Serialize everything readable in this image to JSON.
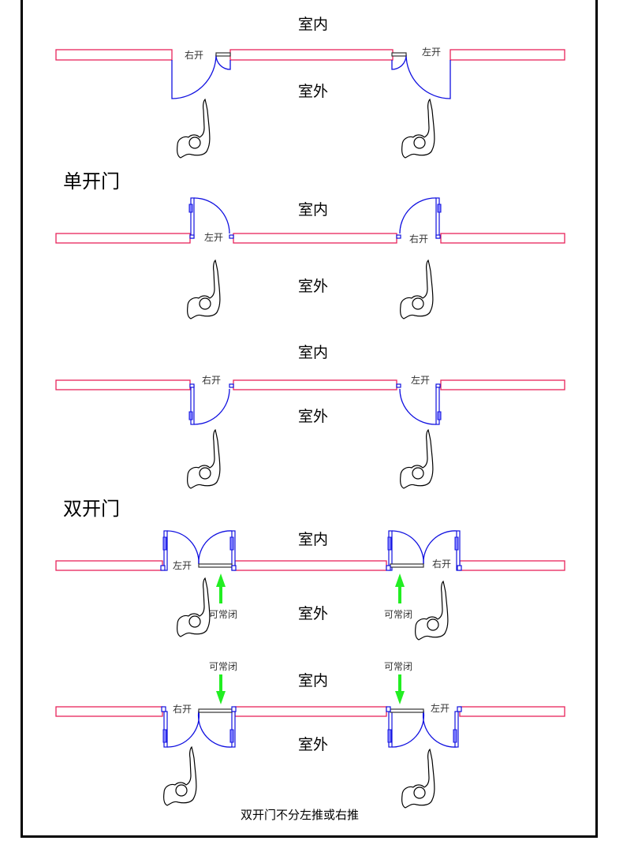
{
  "sections": {
    "single_door_title": "单开门",
    "double_door_title": "双开门"
  },
  "rows": [
    {
      "indoor": "室内",
      "outdoor": "室外",
      "left_label": "右开",
      "right_label": "左开"
    },
    {
      "indoor": "室内",
      "outdoor": "室外",
      "left_label": "左开",
      "right_label": "右开"
    },
    {
      "indoor": "室内",
      "outdoor": "室外",
      "left_label": "右开",
      "right_label": "左开"
    },
    {
      "indoor": "室内",
      "outdoor": "室外",
      "left_label": "左开",
      "right_label": "右开",
      "left_note": "可常闭",
      "right_note": "可常闭"
    },
    {
      "indoor": "室内",
      "outdoor": "室外",
      "left_label": "右开",
      "right_label": "左开",
      "left_note": "可常闭",
      "right_note": "可常闭"
    }
  ],
  "footer": {
    "caption": "双开门不分左推或右推"
  },
  "colors": {
    "wall": "#e8245a",
    "door": "#1010e0",
    "arrow": "#22ee22",
    "frame": "#000000"
  }
}
